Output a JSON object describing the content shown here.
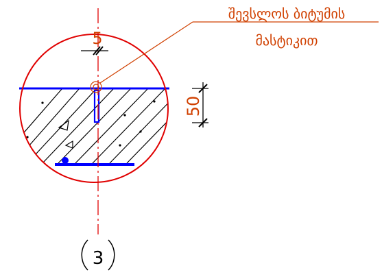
{
  "callout": {
    "line1": "შევსლოს ბიტუმის",
    "line2": "მასტიკით"
  },
  "dimensions": {
    "top": "5",
    "side": "50"
  },
  "detail_marker": "3",
  "colors": {
    "circle": "#e00000",
    "slab": "#0000ff",
    "callout": "#d04000",
    "hatch": "#000000",
    "axis": "#e00000"
  }
}
